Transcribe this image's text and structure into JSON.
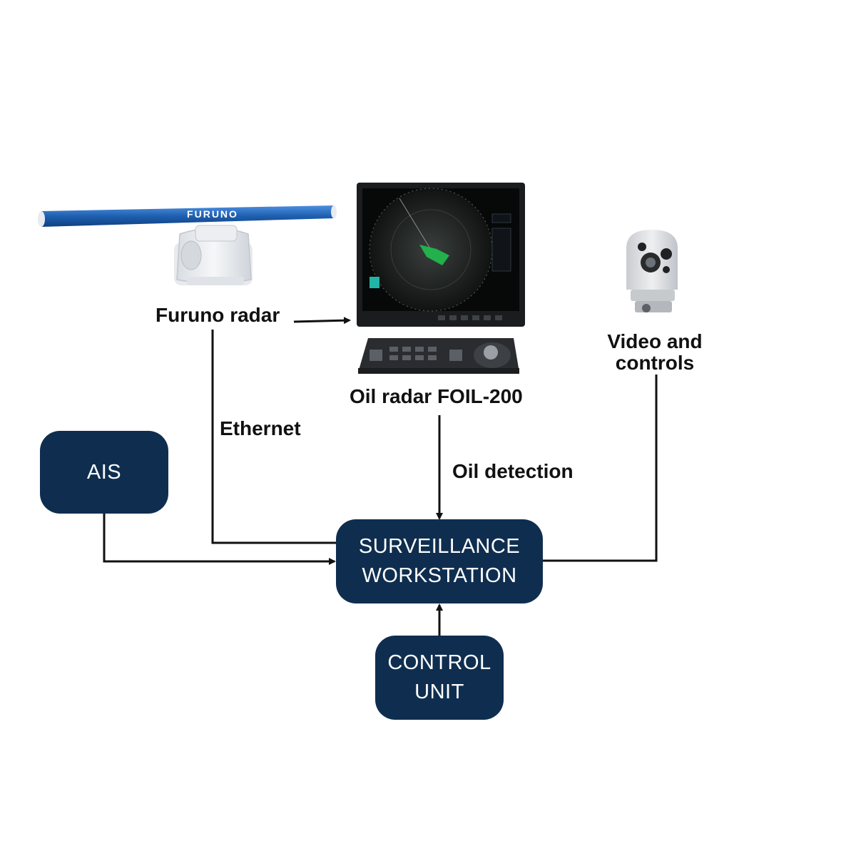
{
  "colors": {
    "box_fill": "#0f2e4f",
    "box_text": "#ffffff",
    "line": "#111111",
    "radar_blue": "#1f5fb0"
  },
  "nodes": {
    "ais": {
      "label": "AIS"
    },
    "workstation": {
      "line1": "SURVEILLANCE",
      "line2": "WORKSTATION"
    },
    "control_unit": {
      "line1": "CONTROL",
      "line2": "UNIT"
    }
  },
  "devices": {
    "furuno_radar": {
      "label": "Furuno radar",
      "brand": "FURUNO",
      "icon": "radar-antenna-icon"
    },
    "oil_radar": {
      "label": "Oil radar FOIL-200",
      "icon": "radar-display-icon"
    },
    "camera": {
      "line1": "Video and",
      "line2": "controls",
      "icon": "ptz-camera-icon"
    }
  },
  "edges": {
    "ethernet": {
      "label": "Ethernet"
    },
    "oil_detection": {
      "label": "Oil detection"
    }
  }
}
